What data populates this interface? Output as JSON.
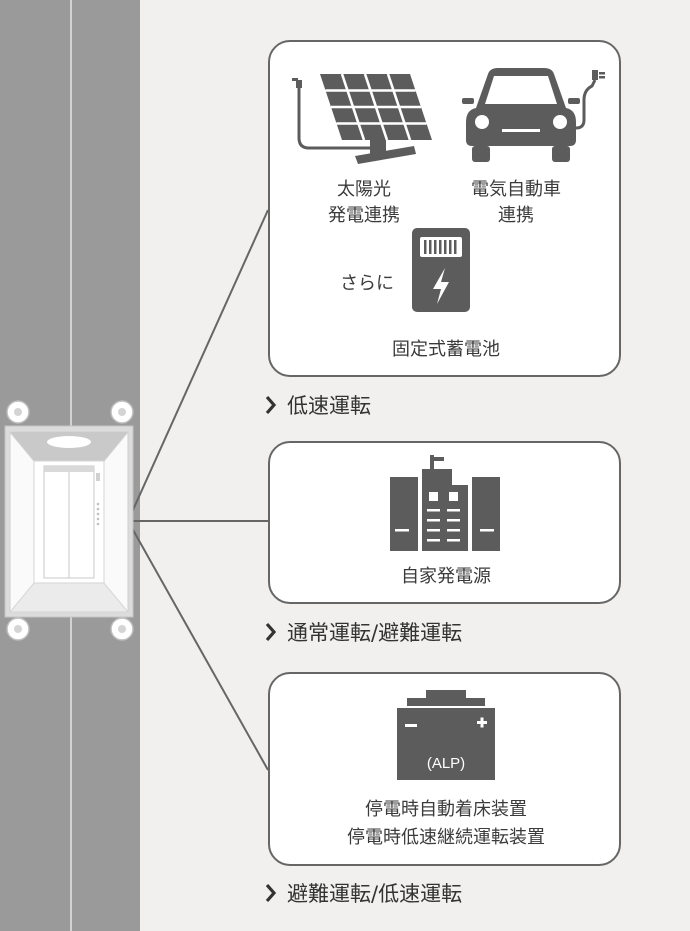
{
  "panels": {
    "renewable": {
      "solar_line1": "太陽光",
      "solar_line2": "発電連携",
      "ev_line1": "電気自動車",
      "ev_line2": "連携",
      "sarani": "さらに",
      "battery": "固定式蓄電池"
    },
    "generator": {
      "label": "自家発電源"
    },
    "alp": {
      "battery_text": "(ALP)",
      "line1": "停電時自動着床装置",
      "line2": "停電時低速継続運転装置"
    }
  },
  "modes": {
    "low_speed": "低速運転",
    "normal_evac": "通常運転/避難運転",
    "evac_low": "避難運転/低速運転"
  },
  "colors": {
    "shaft": "#9a9a9a",
    "background": "#f1f0ee",
    "icon": "#5c5c5c",
    "border": "#666666"
  }
}
